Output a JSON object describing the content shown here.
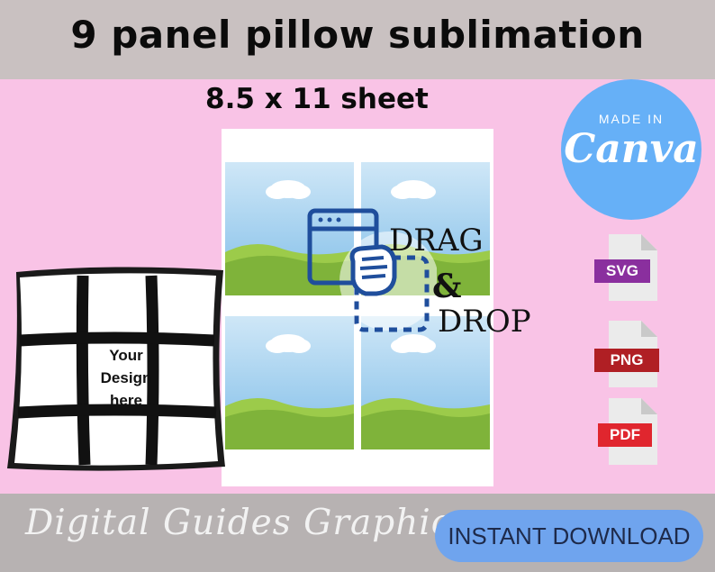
{
  "header": {
    "title": "9 panel pillow sublimation",
    "subtitle": "8.5 x 11 sheet"
  },
  "pillow": {
    "label_lines": [
      "Your",
      "Design",
      "here"
    ]
  },
  "drag_drop": {
    "line1": "DRAG",
    "amp": "&",
    "line2": "DROP"
  },
  "canva_badge": {
    "made_in": "MADE IN",
    "brand": "Canva"
  },
  "file_formats": [
    "SVG",
    "PNG",
    "PDF"
  ],
  "footer": {
    "brand": "Digital Guides Graphic",
    "cta": "INSTANT DOWNLOAD"
  },
  "colors": {
    "background": "#f9c3e6",
    "top_band": "#c9c1c1",
    "bottom_band": "#b7b2b2",
    "canva_blue": "#66b0f7",
    "cta_blue": "#6fa4ee",
    "svg_purple": "#8a2f9e",
    "png_red": "#b01f24",
    "pdf_red": "#e0262e"
  }
}
